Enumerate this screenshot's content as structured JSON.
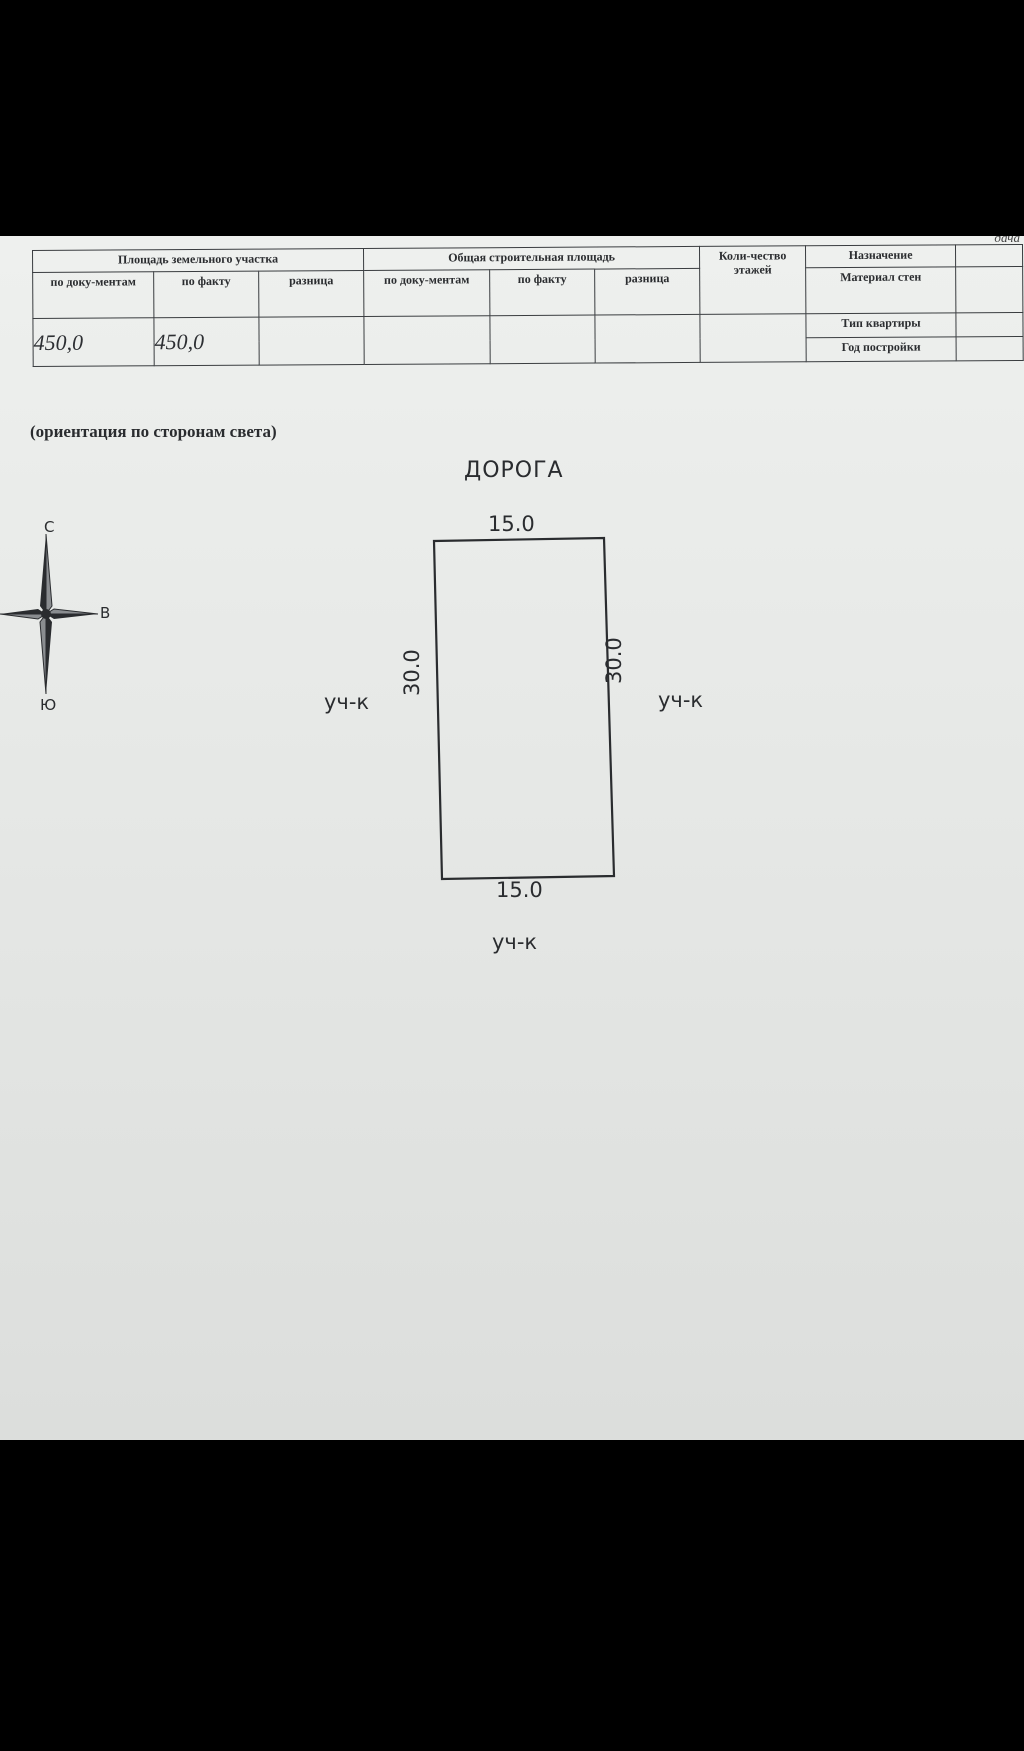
{
  "corner_fragment": "дача",
  "table": {
    "land_area_header": "Площадь земельного участка",
    "building_area_header": "Общая строительная площадь",
    "floors_header": "Коли-чество этажей",
    "col_by_docs": "по доку-ментам",
    "col_actual": "по факту",
    "col_difference": "разница",
    "col_by_docs_2": "по доку-ментам",
    "col_actual_2": "по факту",
    "col_difference_2": "разница",
    "label_purpose": "Назначение",
    "label_wall_material": "Материал стен",
    "label_apartment_type": "Тип квартиры",
    "label_year_built": "Год постройки",
    "land_by_docs": "450,0",
    "land_actual": "450,0"
  },
  "orientation_caption": "(ориентация по сторонам света)",
  "compass": {
    "north": "С",
    "east": "В",
    "south": "Ю"
  },
  "plan": {
    "road_label": "ДОРОГА",
    "top_side": "15.0",
    "bottom_side": "15.0",
    "left_side": "30.0",
    "right_side": "30.0",
    "left_neighbor": "уч-к",
    "right_neighbor": "уч-к",
    "bottom_neighbor": "уч-к"
  }
}
